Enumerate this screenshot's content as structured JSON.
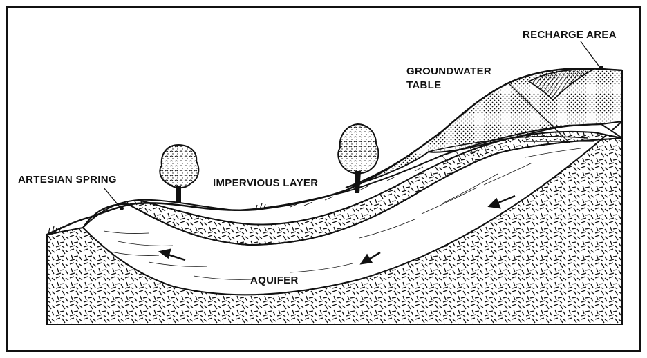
{
  "labels": {
    "recharge_area": "RECHARGE AREA",
    "groundwater_line1": "GROUNDWATER",
    "groundwater_line2": "TABLE",
    "artesian_spring": "ARTESIAN SPRING",
    "impervious_layer": "IMPERVIOUS LAYER",
    "aquifer": "AQUIFER"
  },
  "colors": {
    "ink": "#111111",
    "paper": "#ffffff"
  }
}
